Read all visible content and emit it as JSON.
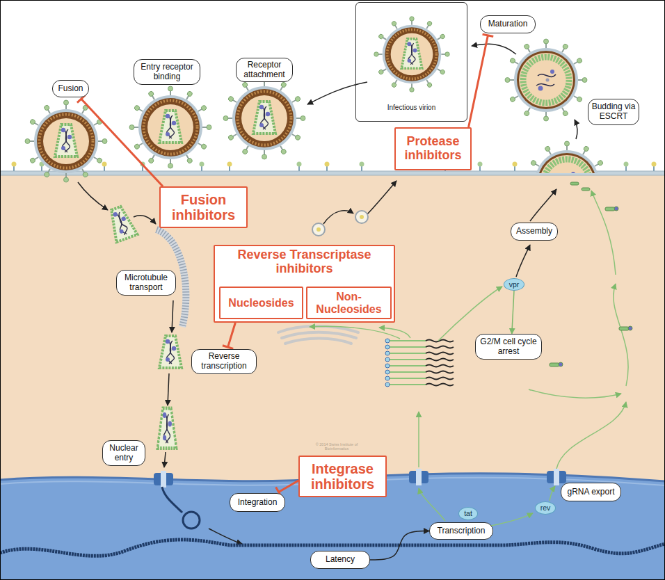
{
  "diagram": {
    "nodes": [
      {
        "text": [
          "Maturation"
        ]
      },
      {
        "text": [
          "Infectious virion"
        ]
      },
      {
        "text": [
          "Fusion"
        ]
      },
      {
        "text": [
          "Entry receptor binding"
        ]
      },
      {
        "text": [
          "Receptor attachment"
        ]
      },
      {
        "text": [
          "Budding via ESCRT"
        ]
      },
      {
        "text": [
          "Protease inhibitors"
        ]
      },
      {
        "text": [
          "Fusion inhibitors"
        ]
      },
      {
        "text": [
          "Assembly"
        ]
      },
      {
        "text": [
          "Reverse Transcriptase inhibitors"
        ]
      },
      {
        "text": [
          "Nucleosides"
        ],
        "in": 9
      },
      {
        "text": [
          "Non-Nucleosides"
        ],
        "in": 9
      },
      {
        "text": [
          "Microtubule transport"
        ]
      },
      {
        "text": [
          "vpr"
        ]
      },
      {
        "text": [
          "G2/M cell cycle arrest"
        ]
      },
      {
        "text": [
          "Reverse transcription"
        ]
      },
      {
        "text": [
          "Nuclear entry"
        ]
      },
      {
        "text": [
          "Integrase inhibitors"
        ]
      },
      {
        "text": [
          "gRNA export"
        ]
      },
      {
        "text": [
          "Integration"
        ]
      },
      {
        "text": [
          "rev"
        ]
      },
      {
        "text": [
          "tat"
        ]
      },
      {
        "text": [
          "Transcription"
        ]
      },
      {
        "text": [
          "Latency"
        ]
      }
    ],
    "edges": [
      {
        "from": 6,
        "to": 0,
        "arrow": "to"
      },
      {
        "from": 7,
        "to": 2,
        "arrow": "to"
      },
      {
        "from": 9,
        "to": 15,
        "arrow": "to"
      },
      {
        "from": 17,
        "to": 19,
        "arrow": "to"
      },
      {
        "from": 13,
        "to": 14,
        "arrow": "to"
      },
      {
        "from": 23,
        "to": 22,
        "arrow": "to"
      }
    ],
    "labels": [
      "© 2014 Swiss Institute of Bioinformatics"
    ]
  }
}
